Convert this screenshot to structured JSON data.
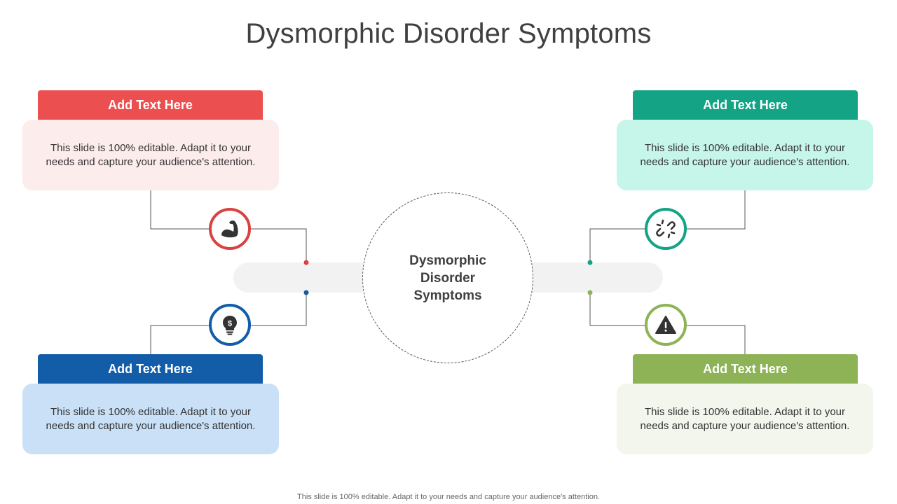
{
  "slide": {
    "title": "Dysmorphic Disorder Symptoms",
    "center_label": "Dysmorphic Disorder Symptoms",
    "footer": "This slide is 100% editable. Adapt it to your needs and capture your audience's attention."
  },
  "cards": [
    {
      "id": "top-left",
      "heading": "Add Text Here",
      "body": "This slide is 100% editable. Adapt it to your needs and capture your audience's attention.",
      "head_color": "#ec4f4f",
      "body_color": "#fdecec",
      "icon": "flexed-bicep-icon",
      "ring_color": "#d9423f"
    },
    {
      "id": "bottom-left",
      "heading": "Add Text Here",
      "body": "This slide is 100% editable. Adapt it to your needs and capture your audience's attention.",
      "head_color": "#135da8",
      "body_color": "#c9e0f7",
      "icon": "lightbulb-dollar-icon",
      "ring_color": "#135da8"
    },
    {
      "id": "top-right",
      "heading": "Add Text Here",
      "body": "This slide is 100% editable. Adapt it to your needs and capture your audience's attention.",
      "head_color": "#14a385",
      "body_color": "#c6f5ea",
      "icon": "broken-link-icon",
      "ring_color": "#14a385"
    },
    {
      "id": "bottom-right",
      "heading": "Add Text Here",
      "body": "This slide is 100% editable. Adapt it to your needs and capture your audience's attention.",
      "head_color": "#8db356",
      "body_color": "#f2f6ec",
      "icon": "warning-triangle-icon",
      "ring_color": "#8db356"
    }
  ]
}
